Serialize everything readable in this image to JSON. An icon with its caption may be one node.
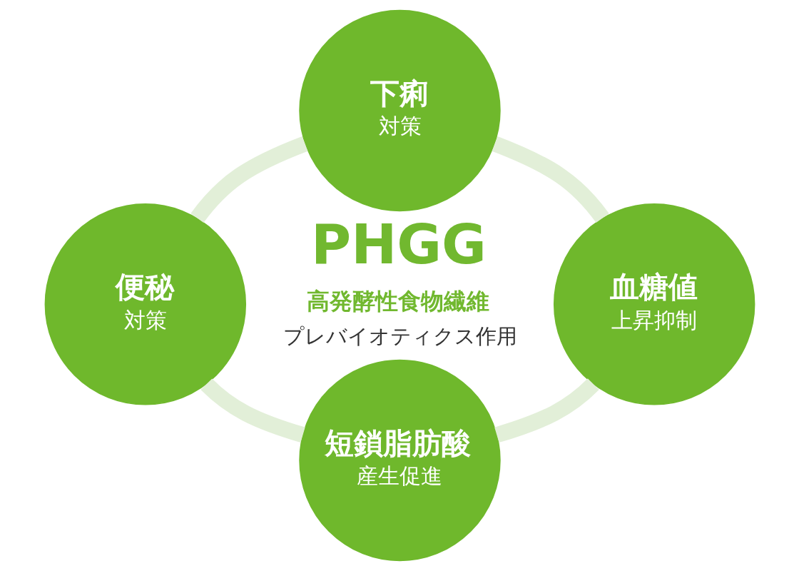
{
  "diagram": {
    "nodes": [
      {
        "text": [
          "下痢",
          "対策"
        ]
      },
      {
        "text": [
          "便秘",
          "対策"
        ]
      },
      {
        "text": [
          "血糖値",
          "上昇抑制"
        ]
      },
      {
        "text": [
          "短鎖脂肪酸",
          "産生促進"
        ]
      }
    ],
    "edges": [
      {
        "from": 0,
        "to": 2,
        "arrow": "none"
      },
      {
        "from": 2,
        "to": 3,
        "arrow": "none"
      },
      {
        "from": 3,
        "to": 1,
        "arrow": "none"
      },
      {
        "from": 1,
        "to": 0,
        "arrow": "none"
      }
    ],
    "labels": [
      "PHGG",
      "高発酵性食物繊維",
      "プレバイオティクス作用"
    ]
  }
}
